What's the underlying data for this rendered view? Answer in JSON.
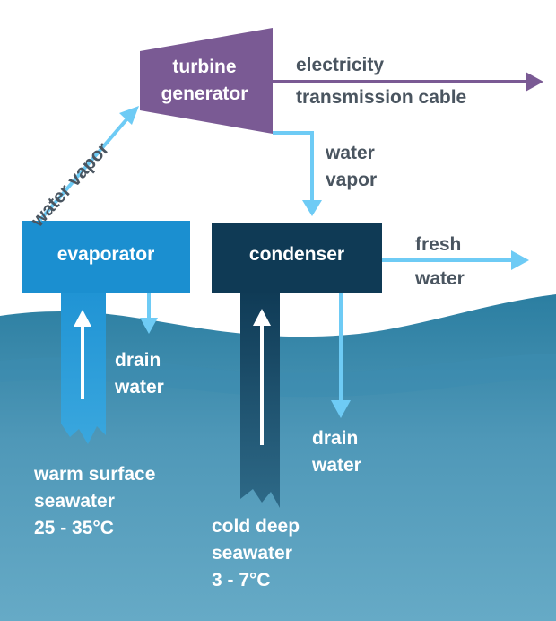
{
  "colors": {
    "turbine": "#7a5a94",
    "evaporator": "#1b8fd0",
    "condenser": "#0f3a55",
    "arrow": "#6ecbf5",
    "output_arrow": "#7a5a94",
    "sea_top": "#2b7ea1",
    "sea_bottom": "#5ba3c0",
    "text_dark": "#4a5560",
    "text_light": "#ffffff"
  },
  "turbine": {
    "line1": "turbine",
    "line2": "generator"
  },
  "output": {
    "line1": "electricity",
    "line2": "transmission cable"
  },
  "vapor_left": "water vapor",
  "vapor_right": {
    "line1": "water",
    "line2": "vapor"
  },
  "evaporator": {
    "label": "evaporator"
  },
  "condenser": {
    "label": "condenser"
  },
  "fresh": {
    "line1": "fresh",
    "line2": "water"
  },
  "drain_left": {
    "line1": "drain",
    "line2": "water"
  },
  "drain_right": {
    "line1": "drain",
    "line2": "water"
  },
  "warm": {
    "line1": "warm surface",
    "line2": "seawater",
    "line3": "25 - 35°C"
  },
  "cold": {
    "line1": "cold deep",
    "line2": "seawater",
    "line3": "3 - 7°C"
  }
}
